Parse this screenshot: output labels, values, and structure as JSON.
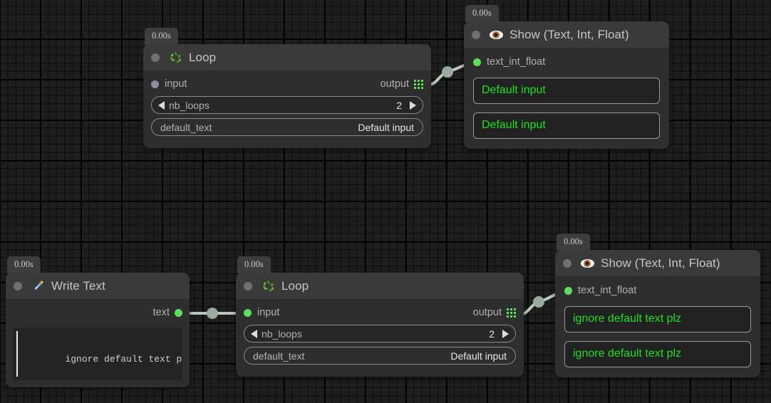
{
  "app": {
    "canvas_name": "node-graph-canvas",
    "background_color": "#1e1e1e",
    "accent_green": "#5ae05a",
    "display_text_green": "#1ee01e",
    "node_body_color": "#2e2e2e",
    "node_header_color": "#3a3a3a"
  },
  "nodes": [
    {
      "id": "loop-top",
      "time_badge": "0.00s",
      "icon": "recycle-icon",
      "title": "Loop",
      "input_port": {
        "label": "input",
        "state": "idle"
      },
      "output_port": {
        "label": "output",
        "icon": "grid-3x3-icon"
      },
      "params": [
        {
          "name": "nb_loops",
          "value": "2",
          "type": "stepper"
        },
        {
          "name": "default_text",
          "value": "Default input",
          "type": "text"
        }
      ]
    },
    {
      "id": "show-top",
      "time_badge": "0.00s",
      "icon": "eye-icon",
      "title": "Show (Text, Int, Float)",
      "input_port": {
        "label": "text_int_float",
        "state": "connected"
      },
      "displays": [
        "Default input",
        "Default input"
      ]
    },
    {
      "id": "write-text",
      "time_badge": "0.00s",
      "icon": "fountain-pen-icon",
      "title": "Write Text",
      "output_port": {
        "label": "text",
        "state": "connected"
      },
      "text_value": "ignore default text plz"
    },
    {
      "id": "loop-bottom",
      "time_badge": "0.00s",
      "icon": "recycle-icon",
      "title": "Loop",
      "input_port": {
        "label": "input",
        "state": "connected"
      },
      "output_port": {
        "label": "output",
        "icon": "grid-3x3-icon"
      },
      "params": [
        {
          "name": "nb_loops",
          "value": "2",
          "type": "stepper"
        },
        {
          "name": "default_text",
          "value": "Default input",
          "type": "text"
        }
      ]
    },
    {
      "id": "show-bottom",
      "time_badge": "0.00s",
      "icon": "eye-icon",
      "title": "Show (Text, Int, Float)",
      "input_port": {
        "label": "text_int_float",
        "state": "connected"
      },
      "displays": [
        "ignore default text plz",
        "ignore default text plz"
      ]
    }
  ],
  "connections": [
    {
      "from": "loop-top.output",
      "to": "show-top.text_int_float"
    },
    {
      "from": "write-text.text",
      "to": "loop-bottom.input"
    },
    {
      "from": "loop-bottom.output",
      "to": "show-bottom.text_int_float"
    }
  ]
}
